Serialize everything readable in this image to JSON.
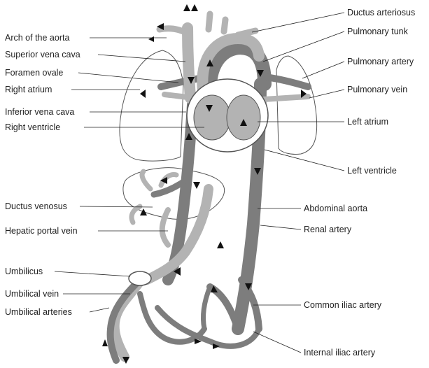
{
  "labels": {
    "left": {
      "arch_of_aorta": "Arch of the aorta",
      "superior_vena_cava": "Superior vena cava",
      "foramen_ovale": "Foramen ovale",
      "right_atrium": "Right atrium",
      "inferior_vena_cava": "Inferior vena cava",
      "right_ventricle": "Right ventricle",
      "ductus_venosus": "Ductus venosus",
      "hepatic_portal_vein": "Hepatic portal vein",
      "umbilicus": "Umbilicus",
      "umbilical_vein": "Umbilical vein",
      "umbilical_arteries": "Umbilical arteries"
    },
    "right": {
      "ductus_arteriosus": "Ductus arteriosus",
      "pulmonary_trunk": "Pulmonary tunk",
      "pulmonary_artery": "Pulmonary artery",
      "pulmonary_vein": "Pulmonary vein",
      "left_atrium": "Left atrium",
      "left_ventricle": "Left ventricle",
      "abdominal_aorta": "Abdominal aorta",
      "renal_artery": "Renal artery",
      "common_iliac_artery": "Common iliac artery",
      "internal_iliac_artery": "Internal iliac artery"
    }
  },
  "colors": {
    "vessel_dark": "#7d7d7d",
    "vessel_light": "#b3b3b3",
    "outline": "#555555",
    "heart_fill": "#ffffff",
    "arrow": "#111111",
    "text": "#222222"
  }
}
